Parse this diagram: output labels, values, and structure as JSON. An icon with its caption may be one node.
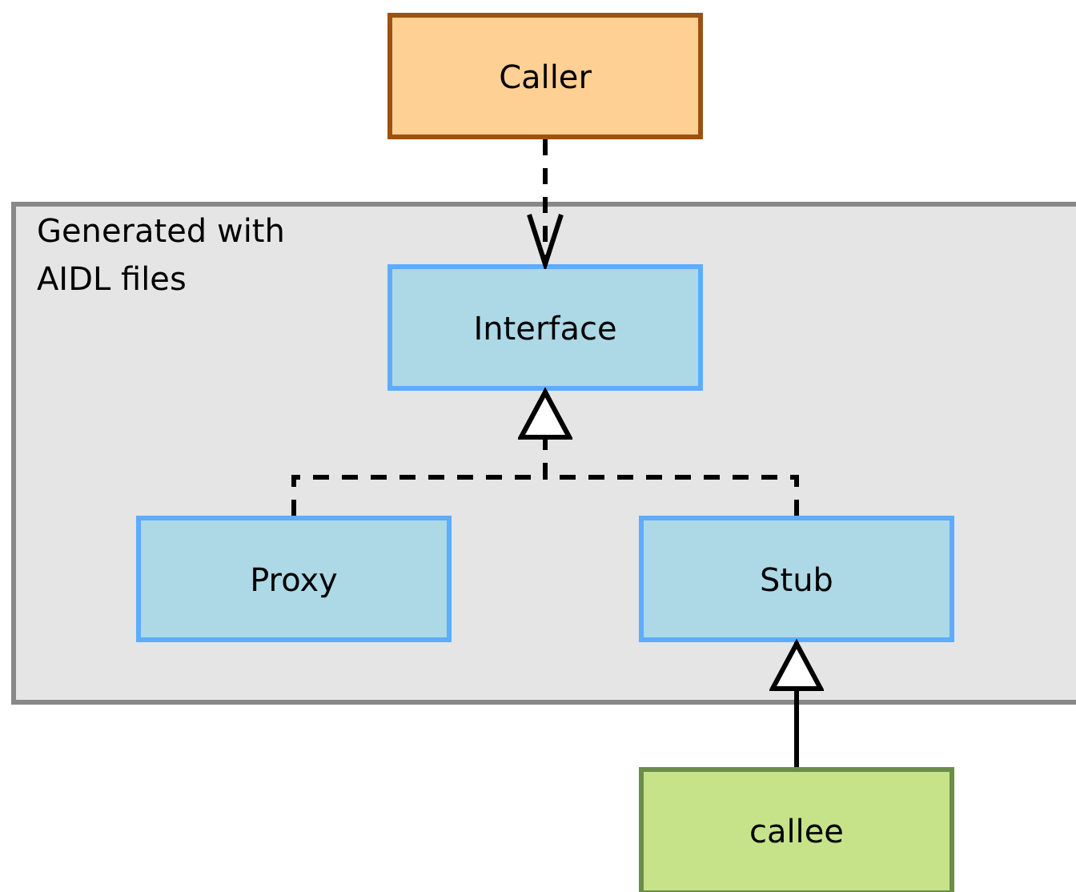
{
  "diagram": {
    "nodes": [
      {
        "text": [
          "Caller"
        ]
      },
      {
        "text": [
          "Generated with AIDL files"
        ]
      },
      {
        "text": [
          "Interface"
        ],
        "in": 1
      },
      {
        "text": [
          "Proxy"
        ],
        "in": 1
      },
      {
        "text": [
          "Stub"
        ],
        "in": 1
      },
      {
        "text": [
          "callee"
        ]
      }
    ],
    "edges": [
      {
        "from": 0,
        "to": 2,
        "arrow": "to",
        "style": "dashed"
      },
      {
        "from": 3,
        "to": 2,
        "arrow": "to",
        "style": "dashed"
      },
      {
        "from": 4,
        "to": 2,
        "arrow": "to",
        "style": "dashed"
      },
      {
        "from": 5,
        "to": 4,
        "arrow": "to"
      }
    ]
  }
}
